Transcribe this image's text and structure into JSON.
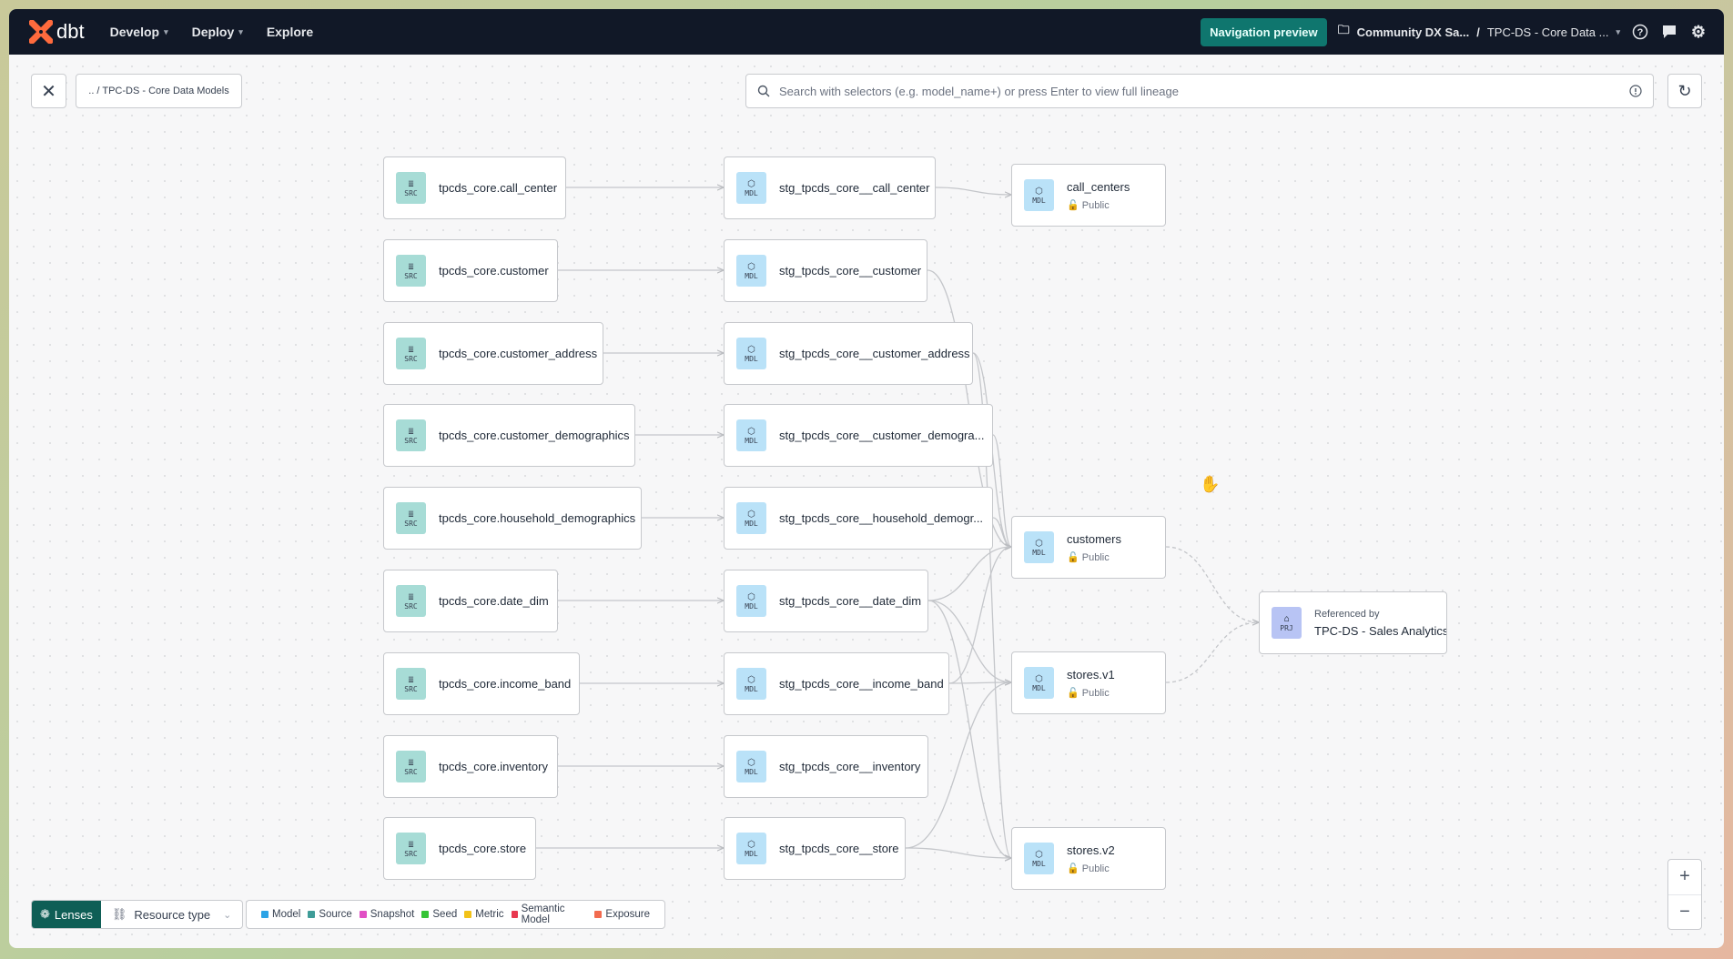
{
  "header": {
    "logo_text": "dbt",
    "nav": [
      {
        "label": "Develop",
        "dropdown": true
      },
      {
        "label": "Deploy",
        "dropdown": true
      },
      {
        "label": "Explore",
        "dropdown": false
      }
    ],
    "nav_preview": "Navigation preview",
    "project_folder": "Community DX Sa...",
    "separator": "/",
    "project": "TPC-DS - Core Data ...",
    "icons": [
      "help-icon",
      "feedback-icon",
      "gear-icon"
    ]
  },
  "toolbar": {
    "breadcrumb": ".. / TPC-DS - Core Data Models",
    "search_placeholder": "Search with selectors (e.g. model_name+) or press Enter to view full lineage"
  },
  "graph": {
    "sources": [
      "tpcds_core.call_center",
      "tpcds_core.customer",
      "tpcds_core.customer_address",
      "tpcds_core.customer_demographics",
      "tpcds_core.household_demographics",
      "tpcds_core.date_dim",
      "tpcds_core.income_band",
      "tpcds_core.inventory",
      "tpcds_core.store"
    ],
    "staging": [
      "stg_tpcds_core__call_center",
      "stg_tpcds_core__customer",
      "stg_tpcds_core__customer_address",
      "stg_tpcds_core__customer_demogra...",
      "stg_tpcds_core__household_demogr...",
      "stg_tpcds_core__date_dim",
      "stg_tpcds_core__income_band",
      "stg_tpcds_core__inventory",
      "stg_tpcds_core__store"
    ],
    "marts": [
      {
        "name": "call_centers",
        "access": "Public"
      },
      {
        "name": "customers",
        "access": "Public"
      },
      {
        "name": "stores.v1",
        "access": "Public"
      },
      {
        "name": "stores.v2",
        "access": "Public"
      }
    ],
    "reference": {
      "label": "Referenced by",
      "project": "TPC-DS - Sales Analytics"
    },
    "badges": {
      "source": "SRC",
      "model": "MDL",
      "project": "PRJ"
    }
  },
  "bottom": {
    "lenses": "Lenses",
    "resource_type": "Resource type",
    "legend": [
      {
        "label": "Model",
        "color": "#2ba3e6"
      },
      {
        "label": "Source",
        "color": "#3f9c98"
      },
      {
        "label": "Snapshot",
        "color": "#e14fc4"
      },
      {
        "label": "Seed",
        "color": "#35c435"
      },
      {
        "label": "Metric",
        "color": "#f2c218"
      },
      {
        "label": "Semantic Model",
        "color": "#e8384f"
      },
      {
        "label": "Exposure",
        "color": "#f26b4f"
      }
    ],
    "zoom_in": "+",
    "zoom_out": "−"
  }
}
